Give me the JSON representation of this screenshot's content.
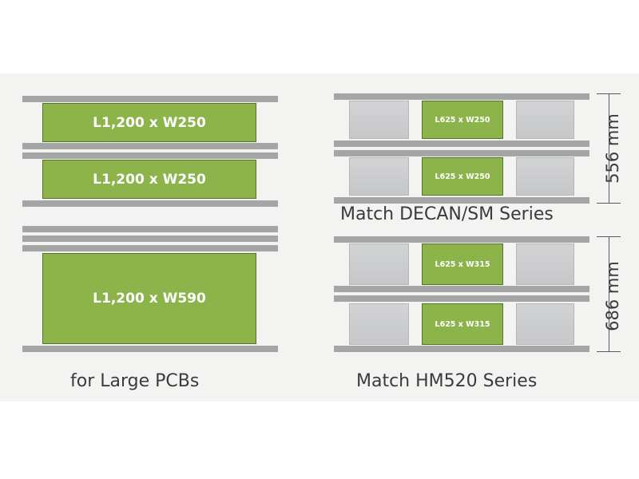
{
  "left": {
    "board_top": "L1,200 x W250",
    "board_middle": "L1,200 x W250",
    "board_bottom": "L1,200 x W590",
    "caption": "for Large PCBs"
  },
  "right_top": {
    "board_1": "L625 x W250",
    "board_2": "L625 x W250",
    "caption": "Match DECAN/SM Series",
    "dimension": "556 mm"
  },
  "right_bottom": {
    "board_1": "L625 x W315",
    "board_2": "L625 x W315",
    "caption": "Match HM520 Series",
    "dimension": "686 mm"
  },
  "colors": {
    "board_fill": "#8db44b",
    "rail": "#a4a5a5",
    "grey_slot": "#cbccce",
    "background": "#f3f3f2"
  }
}
